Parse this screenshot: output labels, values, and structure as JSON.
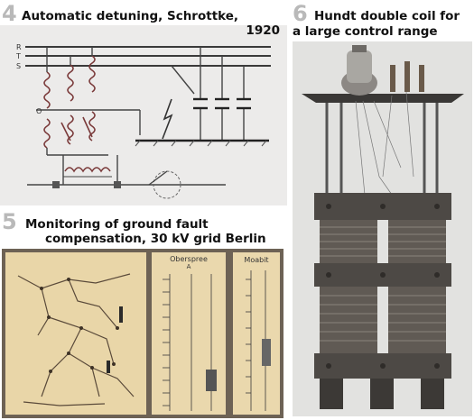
{
  "panels": [
    {
      "number": "4",
      "caption_lines": [
        "Automatic detuning, Schrottke,",
        "1920"
      ],
      "diagram": {
        "phase_labels": [
          "R",
          "T",
          "S"
        ],
        "label_o": "O"
      }
    },
    {
      "number": "5",
      "caption_lines": [
        "Monitoring of ground fault",
        "compensation, 30 kV grid Berlin"
      ],
      "scans": {
        "column_a_title": "Oberspree",
        "column_a_sub": "A",
        "column_b_title": "Moabit"
      }
    },
    {
      "number": "6",
      "caption_lines": [
        "Hundt double coil for",
        "a large control range"
      ]
    }
  ],
  "colors": {
    "number_grey": "#b9b9b9",
    "diagram_bg": "#ecebea",
    "scan_bg": "#e9d6a8",
    "photo_bg": "#e2e2e0"
  }
}
